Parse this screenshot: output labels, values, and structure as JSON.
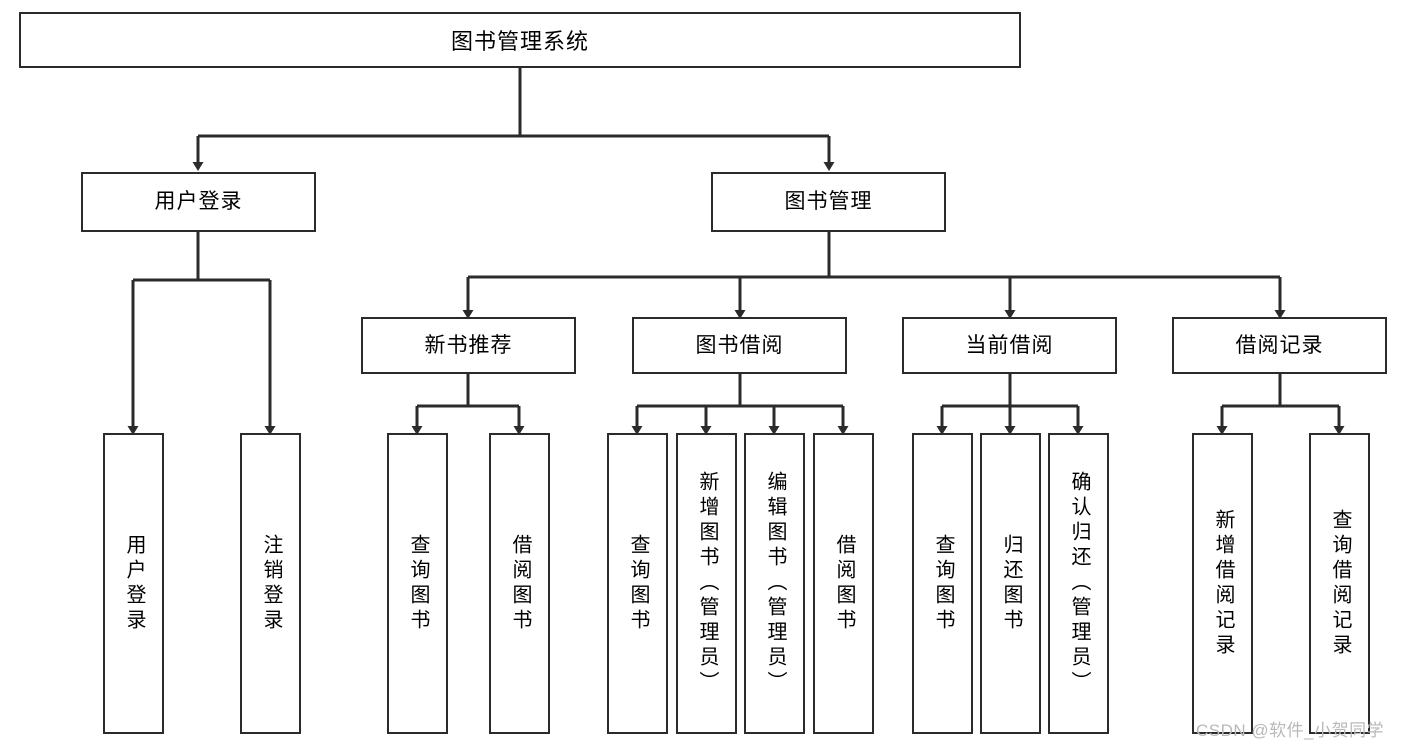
{
  "diagram": {
    "title": "图书管理系统",
    "type": "tree",
    "line_color": "#2b2b2b",
    "box_fill": "#ffffff",
    "text_color": "#000000",
    "root": {
      "id": "root",
      "label": "图书管理系统"
    },
    "level2": [
      {
        "id": "user-login",
        "label": "用户登录"
      },
      {
        "id": "book-manage",
        "label": "图书管理"
      }
    ],
    "level3": [
      {
        "id": "new-book-recommend",
        "label": "新书推荐",
        "parent": "book-manage"
      },
      {
        "id": "book-borrow",
        "label": "图书借阅",
        "parent": "book-manage"
      },
      {
        "id": "current-borrow",
        "label": "当前借阅",
        "parent": "book-manage"
      },
      {
        "id": "borrow-record",
        "label": "借阅记录",
        "parent": "book-manage"
      }
    ],
    "leaves": {
      "user_login": [
        {
          "id": "leaf-user-login",
          "label": "用户登录"
        },
        {
          "id": "leaf-user-logout",
          "label": "注销登录"
        }
      ],
      "new_book_recommend": [
        {
          "id": "leaf-query-book-1",
          "label": "查询图书"
        },
        {
          "id": "leaf-borrow-book-1",
          "label": "借阅图书"
        }
      ],
      "book_borrow": [
        {
          "id": "leaf-query-book-2",
          "label": "查询图书"
        },
        {
          "id": "leaf-add-book",
          "label": "新增图书（管理员）"
        },
        {
          "id": "leaf-edit-book",
          "label": "编辑图书（管理员）"
        },
        {
          "id": "leaf-borrow-book-2",
          "label": "借阅图书"
        }
      ],
      "current_borrow": [
        {
          "id": "leaf-query-book-3",
          "label": "查询图书"
        },
        {
          "id": "leaf-return-book",
          "label": "归还图书"
        },
        {
          "id": "leaf-confirm-return",
          "label": "确认归还（管理员）"
        }
      ],
      "borrow_record": [
        {
          "id": "leaf-add-borrow-record",
          "label": "新增借阅记录"
        },
        {
          "id": "leaf-query-borrow-record",
          "label": "查询借阅记录"
        }
      ]
    }
  },
  "watermark": {
    "text": "CSDN @软件_小贺同学"
  }
}
